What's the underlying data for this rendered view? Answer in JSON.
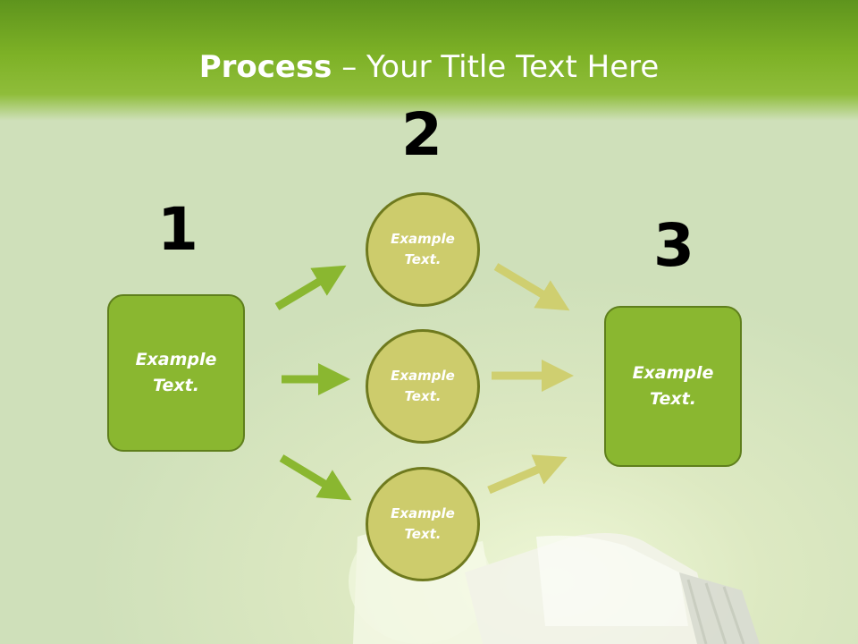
{
  "title": {
    "bold": "Process",
    "rest": " – Your Title Text Here"
  },
  "steps": [
    {
      "number": "1",
      "label": "Example\nText."
    },
    {
      "number": "2",
      "label": "Example\nText."
    },
    {
      "number": "3",
      "label": "Example\nText."
    }
  ],
  "circles": [
    {
      "label": "Example\nText."
    },
    {
      "label": "Example\nText."
    },
    {
      "label": "Example\nText."
    }
  ],
  "colors": {
    "header_green": "#7db126",
    "box_green": "#8ab730",
    "circle_olive": "#cdcc6c",
    "arrow_green": "#8ab730",
    "arrow_olive": "#cfcf70"
  },
  "background_image": "cfl-bulb"
}
